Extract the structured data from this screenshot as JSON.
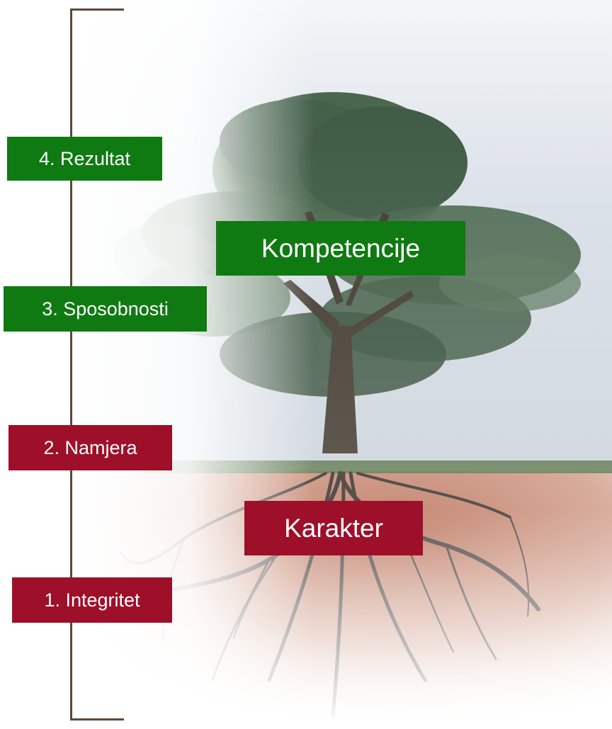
{
  "labels": {
    "rezultat": "4. Rezultat",
    "sposobnosti": "3. Sposobnosti",
    "namjera": "2. Namjera",
    "integritet": "1. Integritet",
    "kompetencije": "Kompetencije",
    "karakter": "Karakter"
  },
  "colors": {
    "competence_green": "#0f7a12",
    "character_red": "#9e0f2a",
    "bracket": "#5a4a3a",
    "soil": "#b86a4e",
    "grass": "#4c6a3a",
    "sky": "#dde4ea"
  }
}
